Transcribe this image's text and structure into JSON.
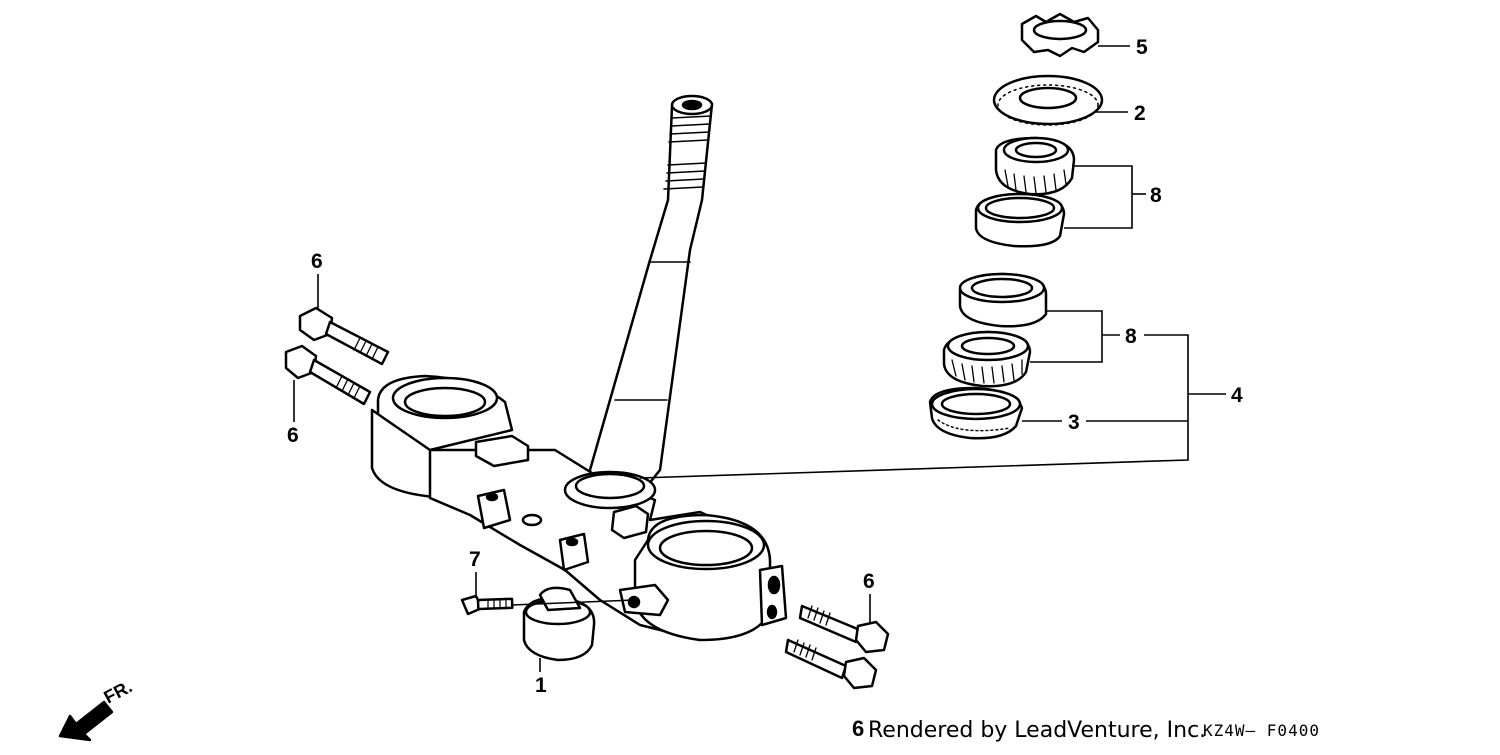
{
  "diagram": {
    "callouts": {
      "p5": "5",
      "p2": "2",
      "p8_upper": "8",
      "p8_lower": "8",
      "p4": "4",
      "p3": "3",
      "p6_upper_a": "6",
      "p6_upper_b": "6",
      "p6_lower": "6",
      "p7": "7",
      "p1": "1"
    },
    "direction_label": "FR.",
    "stray_digit": "6",
    "credit": "Rendered by LeadVenture, Inc.",
    "diagram_code": "KZ4W— F0400"
  },
  "colors": {
    "ink": "#000000",
    "paper": "#ffffff"
  }
}
